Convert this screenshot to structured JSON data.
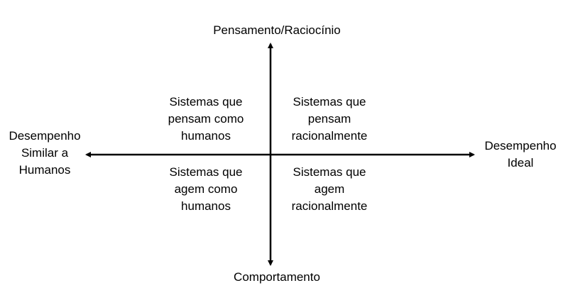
{
  "diagram": {
    "axes": {
      "top": "Pensamento/Raciocínio",
      "bottom": "Comportamento",
      "left": "Desempenho\nSimilar a\nHumanos",
      "right": "Desempenho\nIdeal"
    },
    "quadrants": {
      "top_left": "Sistemas que\npensam como\nhumanos",
      "top_right": "Sistemas que\npensam\nracionalmente",
      "bottom_left": "Sistemas que\nagem como\nhumanos",
      "bottom_right": "Sistemas que\nagem\nracionalmente"
    },
    "colors": {
      "line": "#000000",
      "background": "#ffffff"
    }
  }
}
